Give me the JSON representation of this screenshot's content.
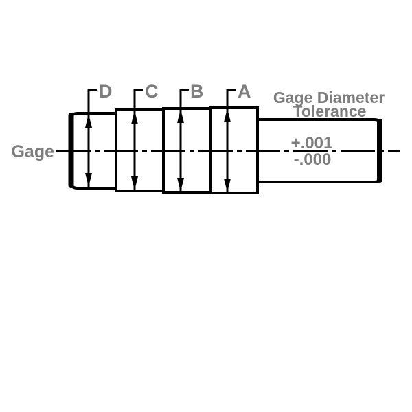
{
  "diagram": {
    "gage_label": "Gage",
    "steps": [
      {
        "label": "D"
      },
      {
        "label": "C"
      },
      {
        "label": "B"
      },
      {
        "label": "A"
      }
    ],
    "tolerance": {
      "heading_line1": "Gage Diameter",
      "heading_line2": "Tolerance",
      "upper": "+.001",
      "lower": "-.000"
    },
    "colors": {
      "line": "#000000",
      "label_gray": "#7d7d7d",
      "background": "#ffffff"
    }
  }
}
